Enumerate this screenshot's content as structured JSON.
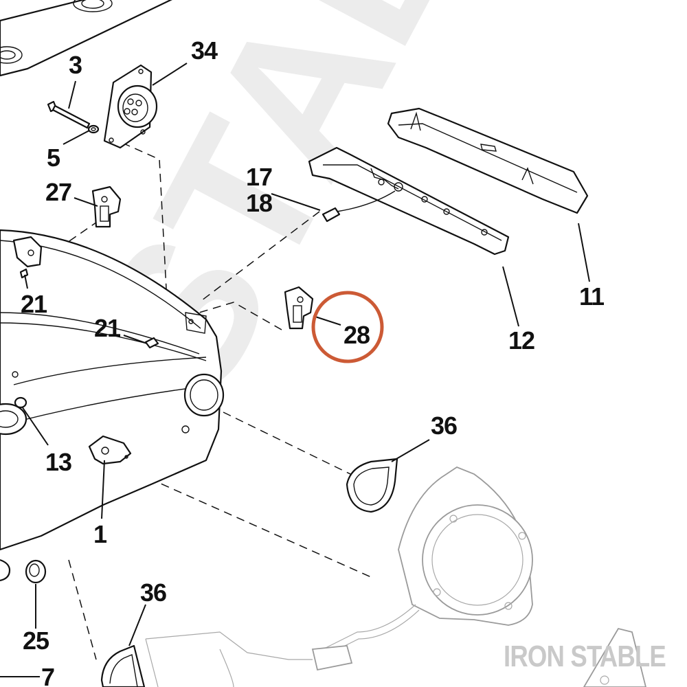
{
  "watermark": {
    "text": "STAB"
  },
  "brand": {
    "text": "IRON STABLE"
  },
  "highlight_color": "#cc5a35",
  "callouts": {
    "c34": "34",
    "c3": "3",
    "c5": "5",
    "c27": "27",
    "c17": "17",
    "c18": "18",
    "c11": "11",
    "c12": "12",
    "c21a": "21",
    "c21b": "21",
    "c28": "28",
    "c13": "13",
    "c36a": "36",
    "c1": "1",
    "c36b": "36",
    "c25": "25",
    "c7": "7"
  }
}
